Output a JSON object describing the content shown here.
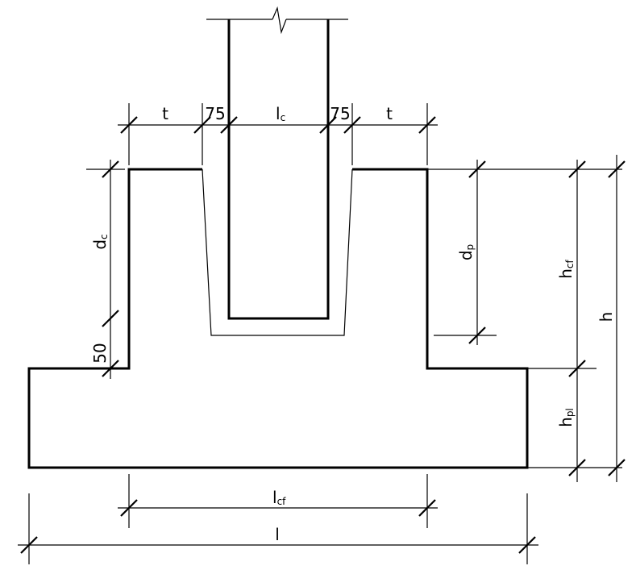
{
  "labels": {
    "t_left": "t",
    "gap_left": "75",
    "lc_main": "l",
    "lc_sub": "c",
    "gap_right": "75",
    "t_right": "t",
    "dc_main": "d",
    "dc_sub": "c",
    "cover": "50",
    "dp_main": "d",
    "dp_sub": "p",
    "hcf_main": "h",
    "hcf_sub": "cf",
    "h_total": "h",
    "hpl_main": "h",
    "hpl_sub": "pl",
    "lcf_main": "l",
    "lcf_sub": "cf",
    "l_total": "l"
  }
}
